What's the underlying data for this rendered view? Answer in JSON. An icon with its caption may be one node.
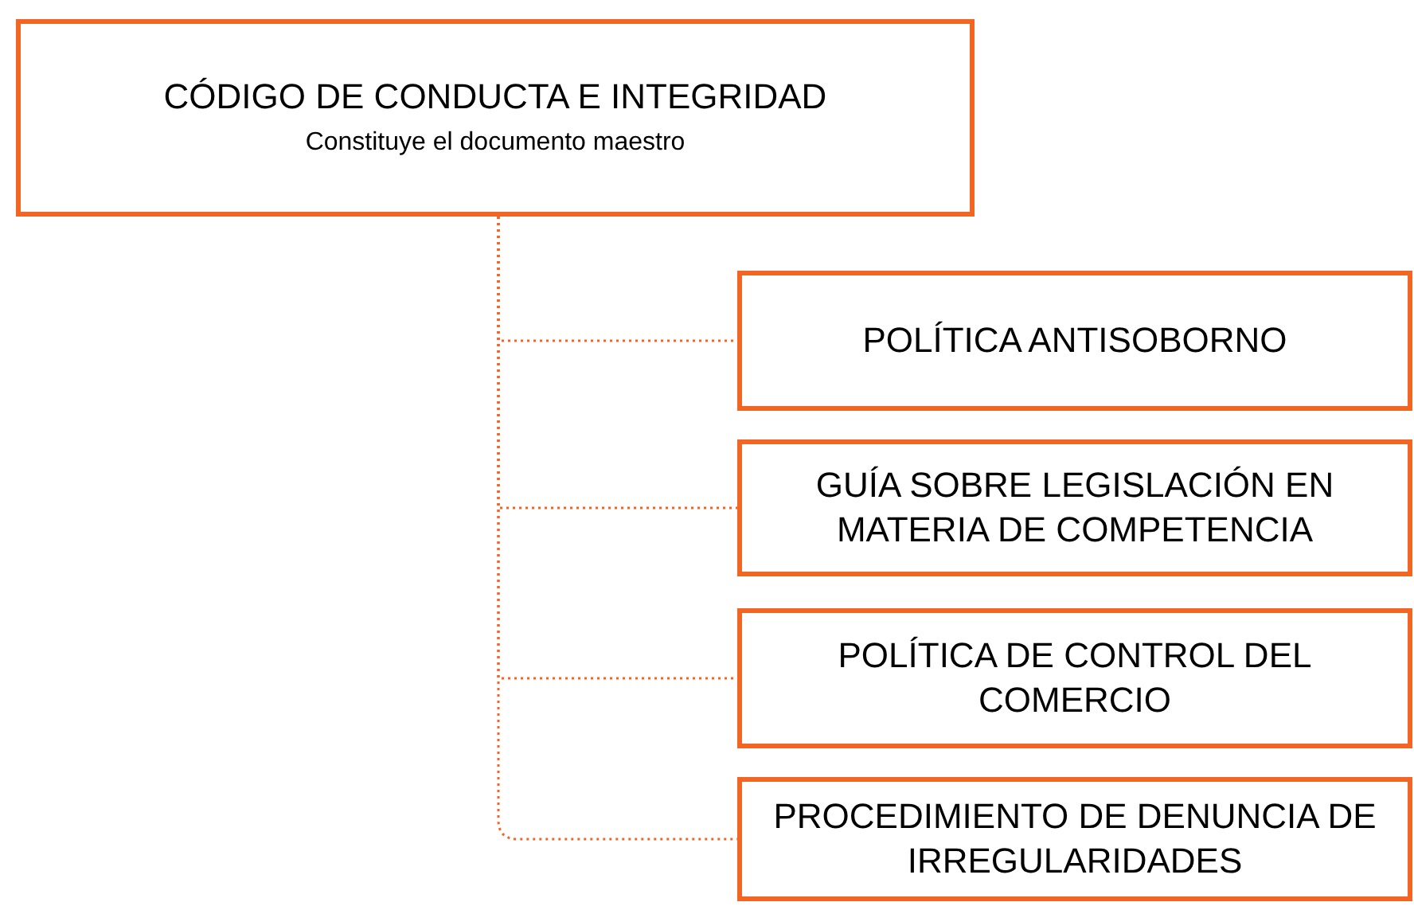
{
  "diagram": {
    "nodes": [
      {
        "text": [
          "CÓDIGO DE CONDUCTA E INTEGRIDAD",
          "Constituye el documento maestro"
        ]
      },
      {
        "text": [
          "POLÍTICA ANTISOBORNO"
        ]
      },
      {
        "text": [
          "GUÍA SOBRE LEGISLACIÓN EN MATERIA DE COMPETENCIA"
        ]
      },
      {
        "text": [
          "POLÍTICA DE CONTROL DEL COMERCIO"
        ]
      },
      {
        "text": [
          "PROCEDIMIENTO DE DENUNCIA DE IRREGULARIDADES"
        ]
      }
    ],
    "edges": [
      {
        "from": 0,
        "to": 1,
        "arrow": "none",
        "style": "dashed"
      },
      {
        "from": 0,
        "to": 2,
        "arrow": "none",
        "style": "dashed"
      },
      {
        "from": 0,
        "to": 3,
        "arrow": "none",
        "style": "dashed"
      },
      {
        "from": 0,
        "to": 4,
        "arrow": "none",
        "style": "dashed"
      }
    ]
  }
}
